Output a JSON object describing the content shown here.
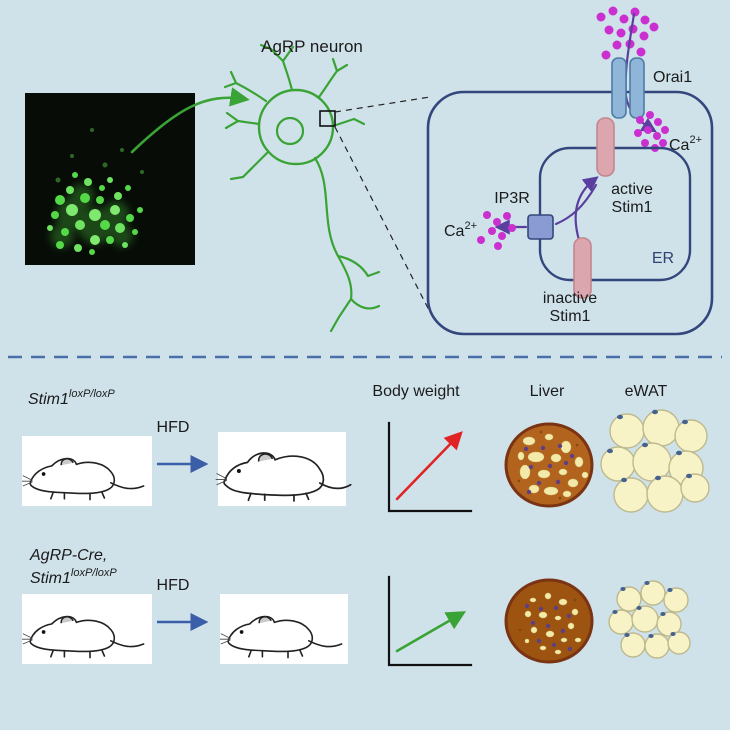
{
  "figure": {
    "top": {
      "neuron_label": "AgRP neuron",
      "inset": {
        "orai1_label": "Orai1",
        "calcium_top": {
          "base": "Ca",
          "sup": "2+"
        },
        "active_stim1": {
          "line1": "active",
          "line2": "Stim1"
        },
        "ip3r_label": "IP3R",
        "calcium_left": {
          "base": "Ca",
          "sup": "2+"
        },
        "er_label": "ER",
        "inactive_stim1": {
          "line1": "inactive",
          "line2": "Stim1"
        }
      }
    },
    "bottom": {
      "headers": {
        "body_weight": "Body weight",
        "liver": "Liver",
        "ewat": "eWAT"
      },
      "row1": {
        "genotype": {
          "base": "Stim1",
          "sup": "loxP/loxP"
        },
        "treatment": "HFD"
      },
      "row2": {
        "genotype": {
          "line1": "AgRP-Cre,",
          "base": "Stim1",
          "sup": "loxP/loxP"
        },
        "treatment": "HFD"
      }
    },
    "colors": {
      "background": "#cfe2ea",
      "membrane_navy": "#33477c",
      "neuron_green": "#3aa335",
      "calcium_magenta": "#cb2fd0",
      "signal_purple": "#5b3f9e",
      "hfd_arrow_blue": "#3a5fa8",
      "weight_gain_red": "#e02424",
      "weight_gain_green": "#3aa335"
    }
  }
}
